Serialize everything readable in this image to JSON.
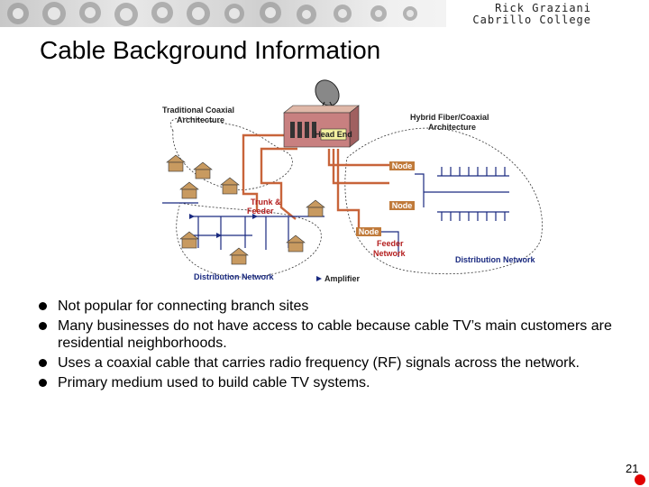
{
  "header": {
    "author": "Rick Graziani",
    "institution": "Cabrillo College"
  },
  "title": "Cable Background Information",
  "diagram": {
    "labels": {
      "traditional_line1": "Traditional Coaxial",
      "traditional_line2": "Architecture",
      "hybrid_line1": "Hybrid Fiber/Coaxial",
      "hybrid_line2": "Architecture",
      "head_end": "Head End",
      "node_1": "Node",
      "node_2": "Node",
      "node_3": "Node",
      "trunk_line1": "Trunk &",
      "trunk_line2": "Feeder",
      "feeder_line1": "Feeder",
      "feeder_line2": "Network",
      "distribution_left": "Distribution Network",
      "distribution_right": "Distribution Network",
      "amplifier": "Amplifier"
    },
    "colors": {
      "trunk": "#c8643a",
      "node": "#c07a3a",
      "building": "#c89a60",
      "head_end_label": "#f3f0a0"
    }
  },
  "bullets": [
    "Not popular for connecting branch sites",
    "Many businesses do not have access to cable because cable TV’s main customers are residential neighborhoods.",
    "Uses a coaxial cable that carries radio frequency (RF) signals across the network.",
    "Primary medium used to build cable TV systems."
  ],
  "page_number": "21"
}
